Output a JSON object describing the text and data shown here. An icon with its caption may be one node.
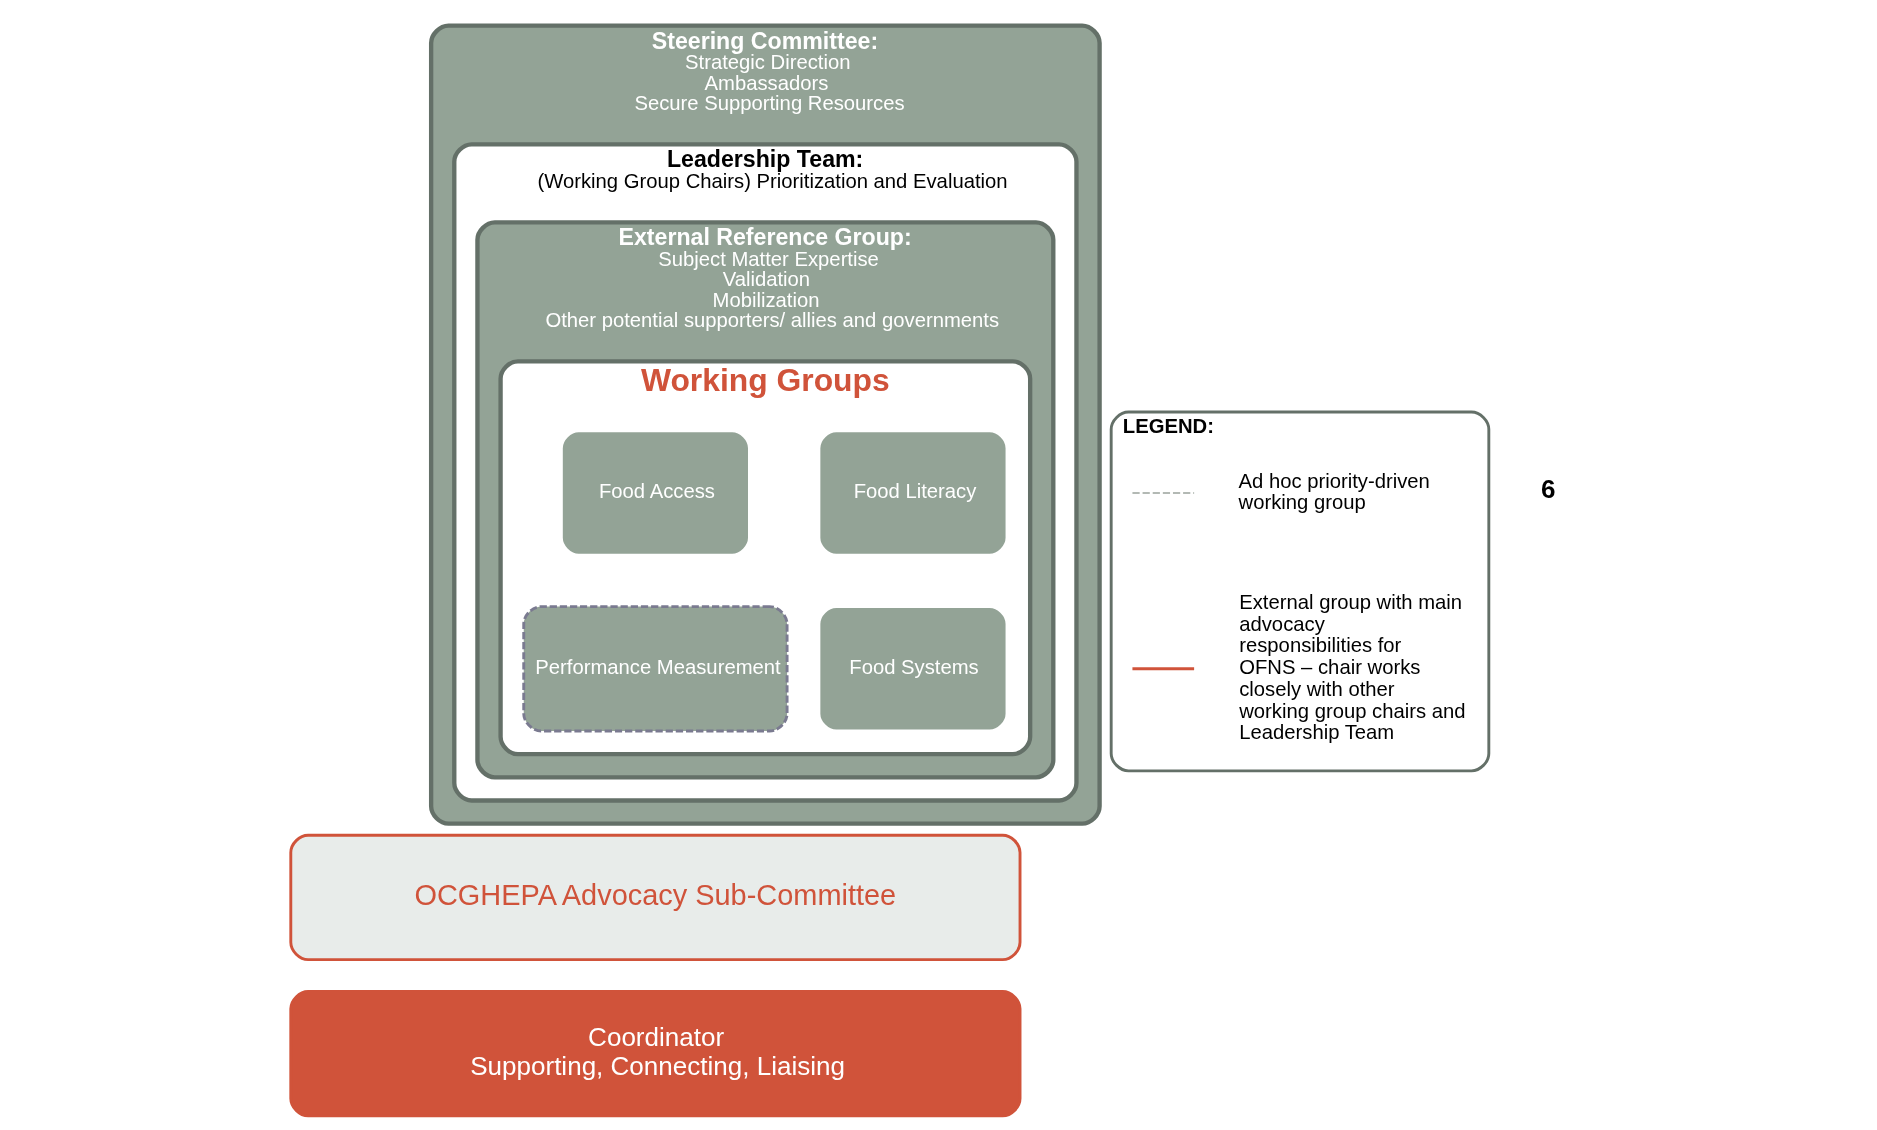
{
  "diagram": {
    "nodes": [
      {
        "text": [
          "Steering Committee:",
          "Strategic Direction",
          "Ambassadors",
          "Secure Supporting Resources"
        ]
      },
      {
        "text": [
          "Leadership Team:",
          "(Working Group Chairs) Prioritization and Evaluation"
        ],
        "in": 0
      },
      {
        "text": [
          "External Reference Group:",
          "Subject Matter Expertise",
          "Validation",
          "Mobilization",
          "Other potential supporters/ allies and governments"
        ],
        "in": 1
      },
      {
        "text": [
          "Working Groups"
        ],
        "in": 2
      },
      {
        "text": [
          "Food Literacy"
        ],
        "in": 3
      },
      {
        "text": [
          "Food Access"
        ],
        "in": 3
      },
      {
        "text": [
          "Food Systems"
        ],
        "in": 3
      },
      {
        "text": [
          "Performance Measurement"
        ],
        "in": 3
      },
      {
        "text": [
          "OCGHEPA Advocacy Sub-Committee"
        ]
      },
      {
        "text": [
          "Coordinator",
          "Supporting, Connecting, Liaising"
        ]
      },
      {
        "text": [
          "LEGEND:"
        ]
      }
    ],
    "labels": [
      "6"
    ],
    "legend": [
      {
        "text": "Ad hoc priority-driven working group"
      },
      {
        "text": "External group with main advocacy responsibilities for OFNS – chair works closely with other working group chairs and Leadership Team"
      }
    ]
  }
}
